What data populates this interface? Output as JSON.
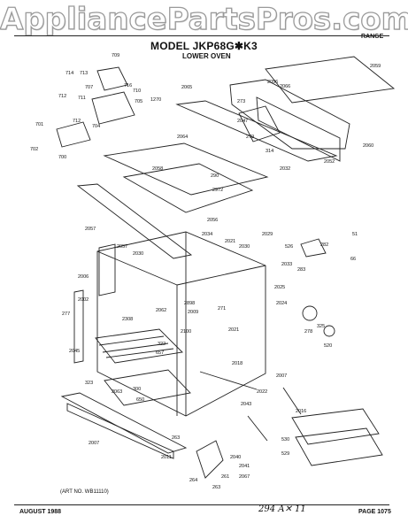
{
  "watermark": "AppliancePartsPros.com",
  "header": {
    "model": "MODEL JKP68G✱K3",
    "section": "LOWER OVEN",
    "category": "RANGE"
  },
  "footer": {
    "date": "AUGUST 1988",
    "page": "PAGE 1075",
    "handwritten": "294 A✕ 11",
    "art_no": "(ART NO. WB11110)"
  },
  "part_labels": [
    "709",
    "714",
    "713",
    "707",
    "716",
    "710",
    "712",
    "711",
    "705",
    "1270",
    "2065",
    "2059",
    "2066",
    "2056",
    "701",
    "702",
    "712",
    "704",
    "700",
    "2064",
    "273",
    "2047",
    "279",
    "314",
    "2060",
    "2052",
    "2032",
    "2058",
    "290",
    "2972",
    "2056",
    "2057",
    "2034",
    "2021",
    "2029",
    "2030",
    "526",
    "282",
    "51",
    "66",
    "2033",
    "283",
    "2057",
    "2030",
    "2006",
    "2002",
    "2025",
    "2024",
    "277",
    "2062",
    "2009",
    "2898",
    "271",
    "2100",
    "2021",
    "2308",
    "325",
    "278",
    "2045",
    "322",
    "657",
    "520",
    "2018",
    "2007",
    "2022",
    "2043",
    "323",
    "300",
    "650",
    "2063",
    "2016",
    "263",
    "2011",
    "530",
    "529",
    "2007",
    "2040",
    "2041",
    "261",
    "2067",
    "264",
    "263"
  ]
}
